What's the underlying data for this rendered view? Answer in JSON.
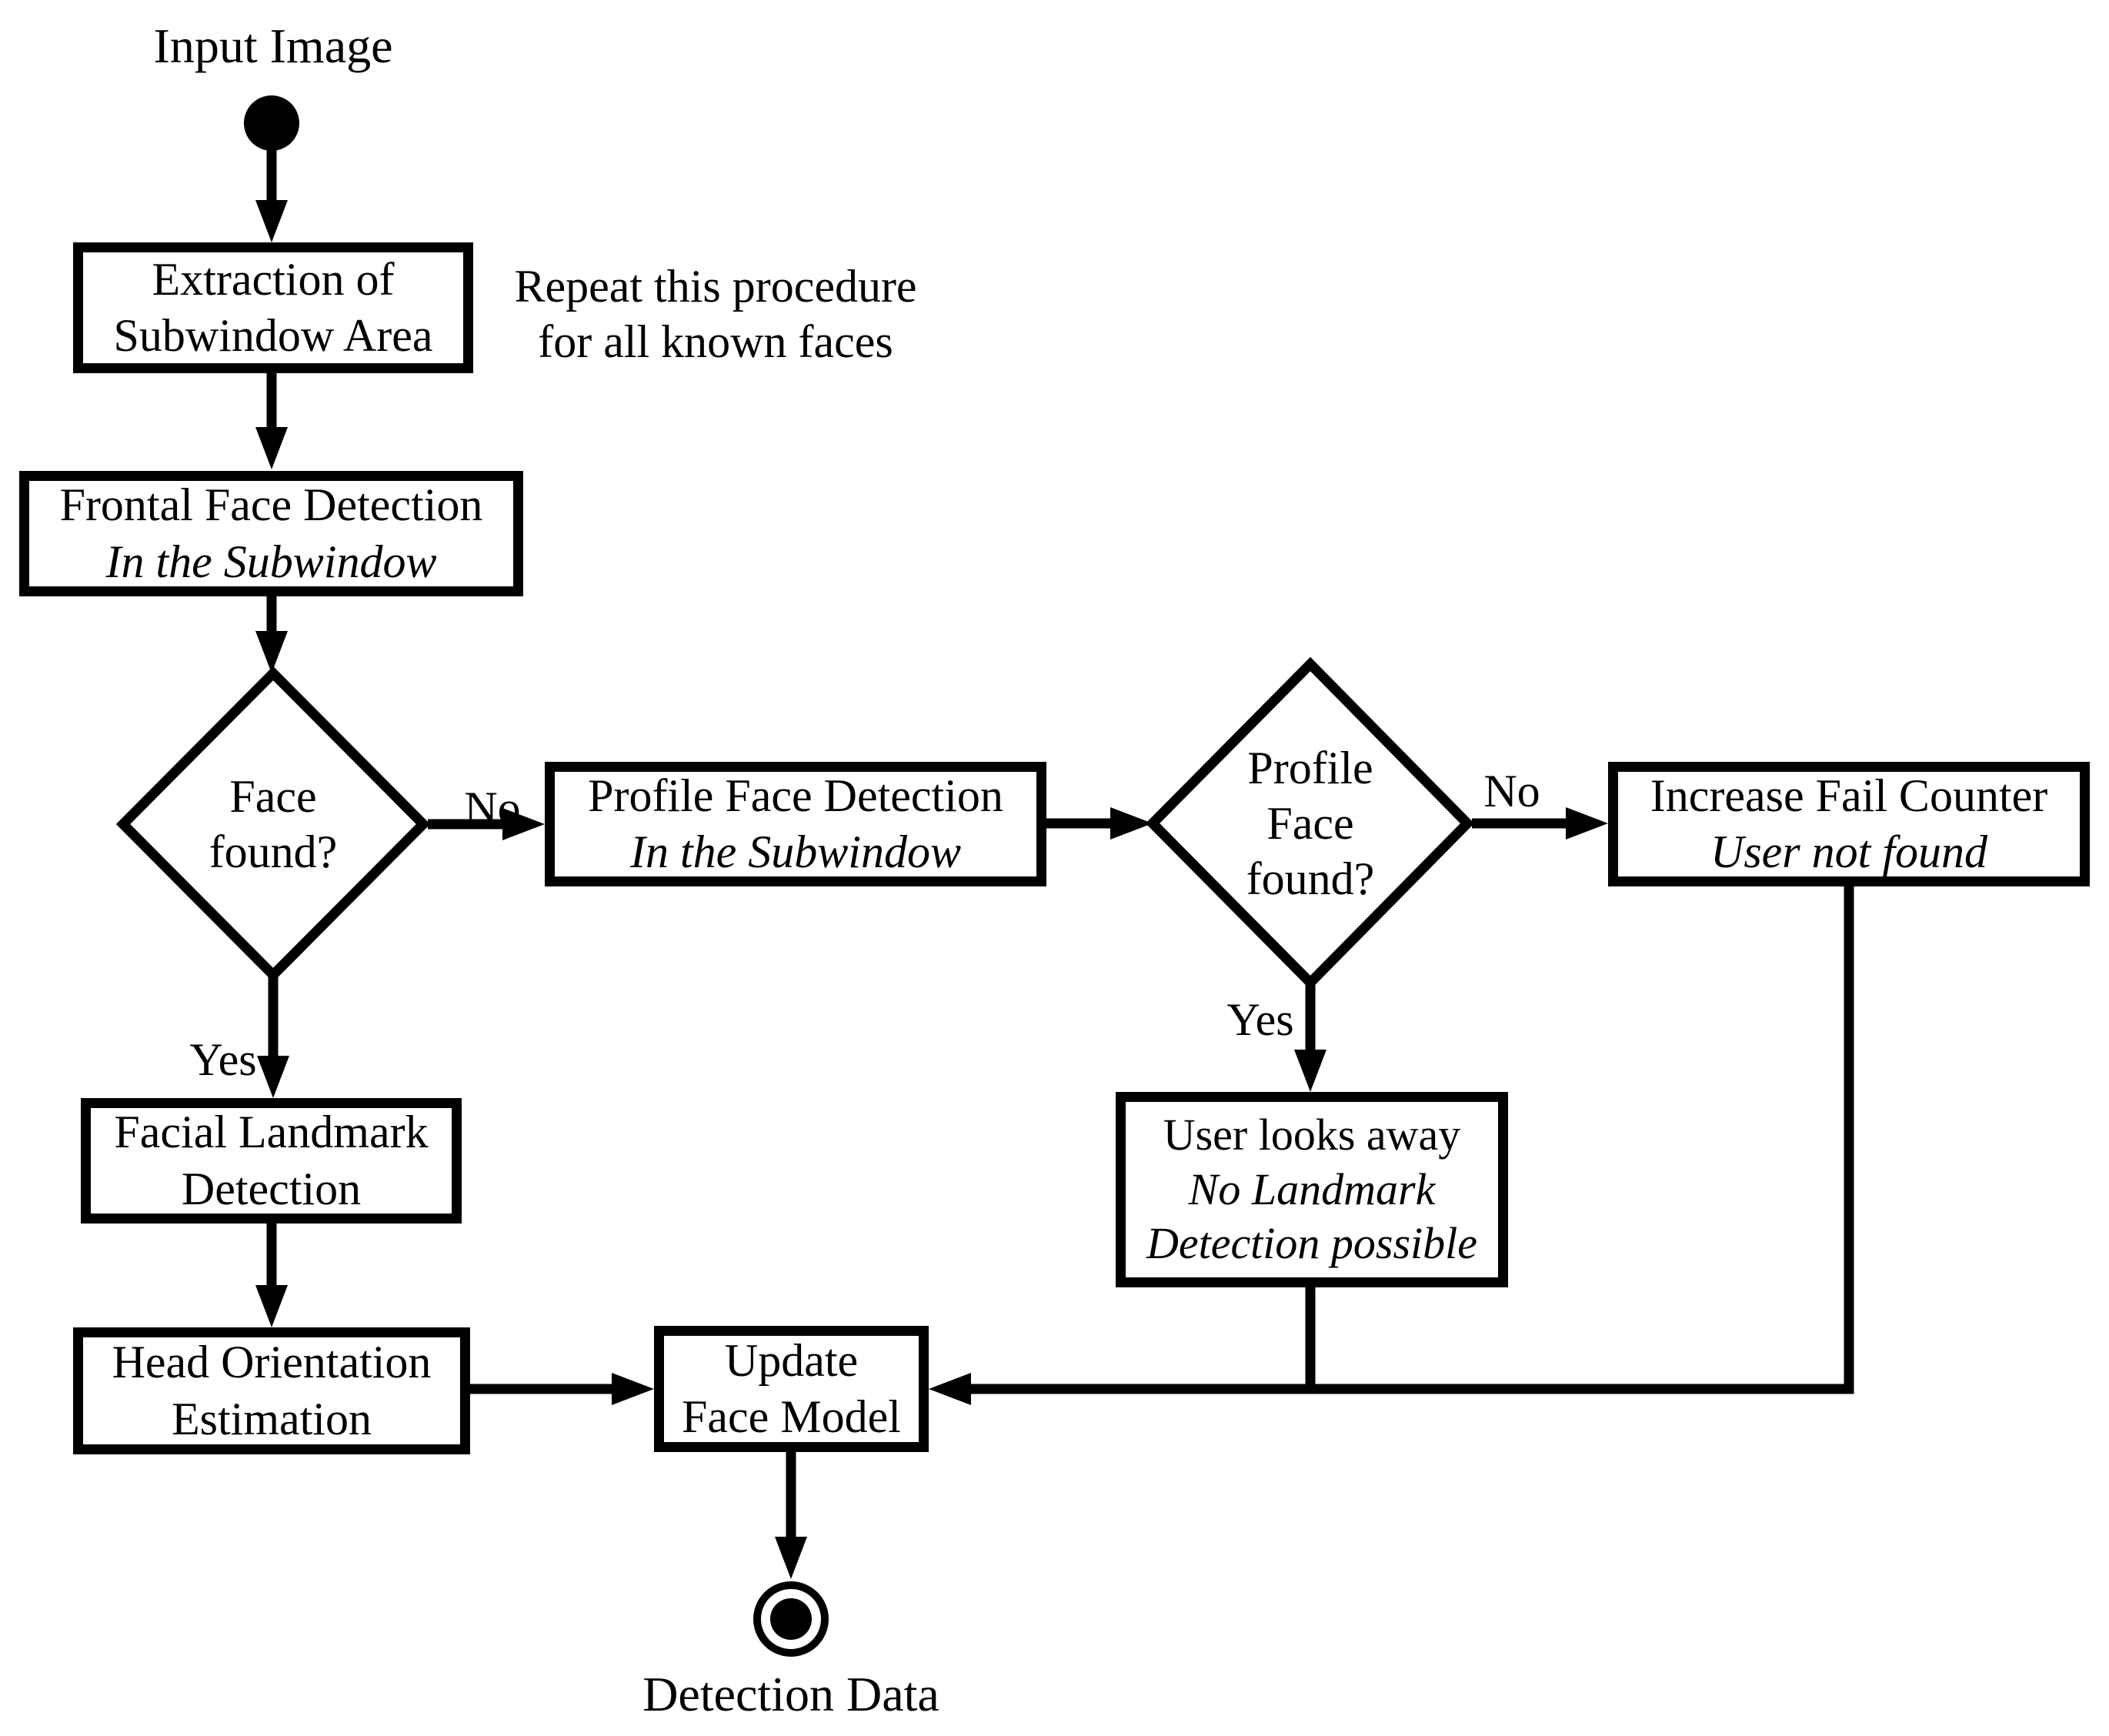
{
  "colors": {
    "ink": "#000000",
    "background": "#ffffff"
  },
  "labels": {
    "start": "Input Image",
    "end": "Detection Data"
  },
  "note": {
    "line1": "Repeat this procedure",
    "line2": "for all known faces"
  },
  "nodes": {
    "extraction": {
      "line1": "Extraction of",
      "line2": "Subwindow Area"
    },
    "frontal": {
      "line1": "Frontal Face Detection",
      "line2": "In the Subwindow"
    },
    "face_found": {
      "line1": "Face",
      "line2": "found?"
    },
    "profile_detection": {
      "line1": "Profile Face Detection",
      "line2": "In the Subwindow"
    },
    "profile_found": {
      "line1": "Profile",
      "line2": "Face",
      "line3": "found?"
    },
    "fail_counter": {
      "line1": "Increase Fail Counter",
      "line2": "User not found"
    },
    "user_looks_away": {
      "line1": "User looks away",
      "line2": "No Landmark",
      "line3": "Detection possible"
    },
    "facial_landmark": {
      "line1": "Facial Landmark",
      "line2": "Detection"
    },
    "head_orientation": {
      "line1": "Head Orientation",
      "line2": "Estimation"
    },
    "update_model": {
      "line1": "Update",
      "line2": "Face Model"
    }
  },
  "edges": {
    "face_no": "No",
    "face_yes": "Yes",
    "profile_no": "No",
    "profile_yes": "Yes"
  }
}
